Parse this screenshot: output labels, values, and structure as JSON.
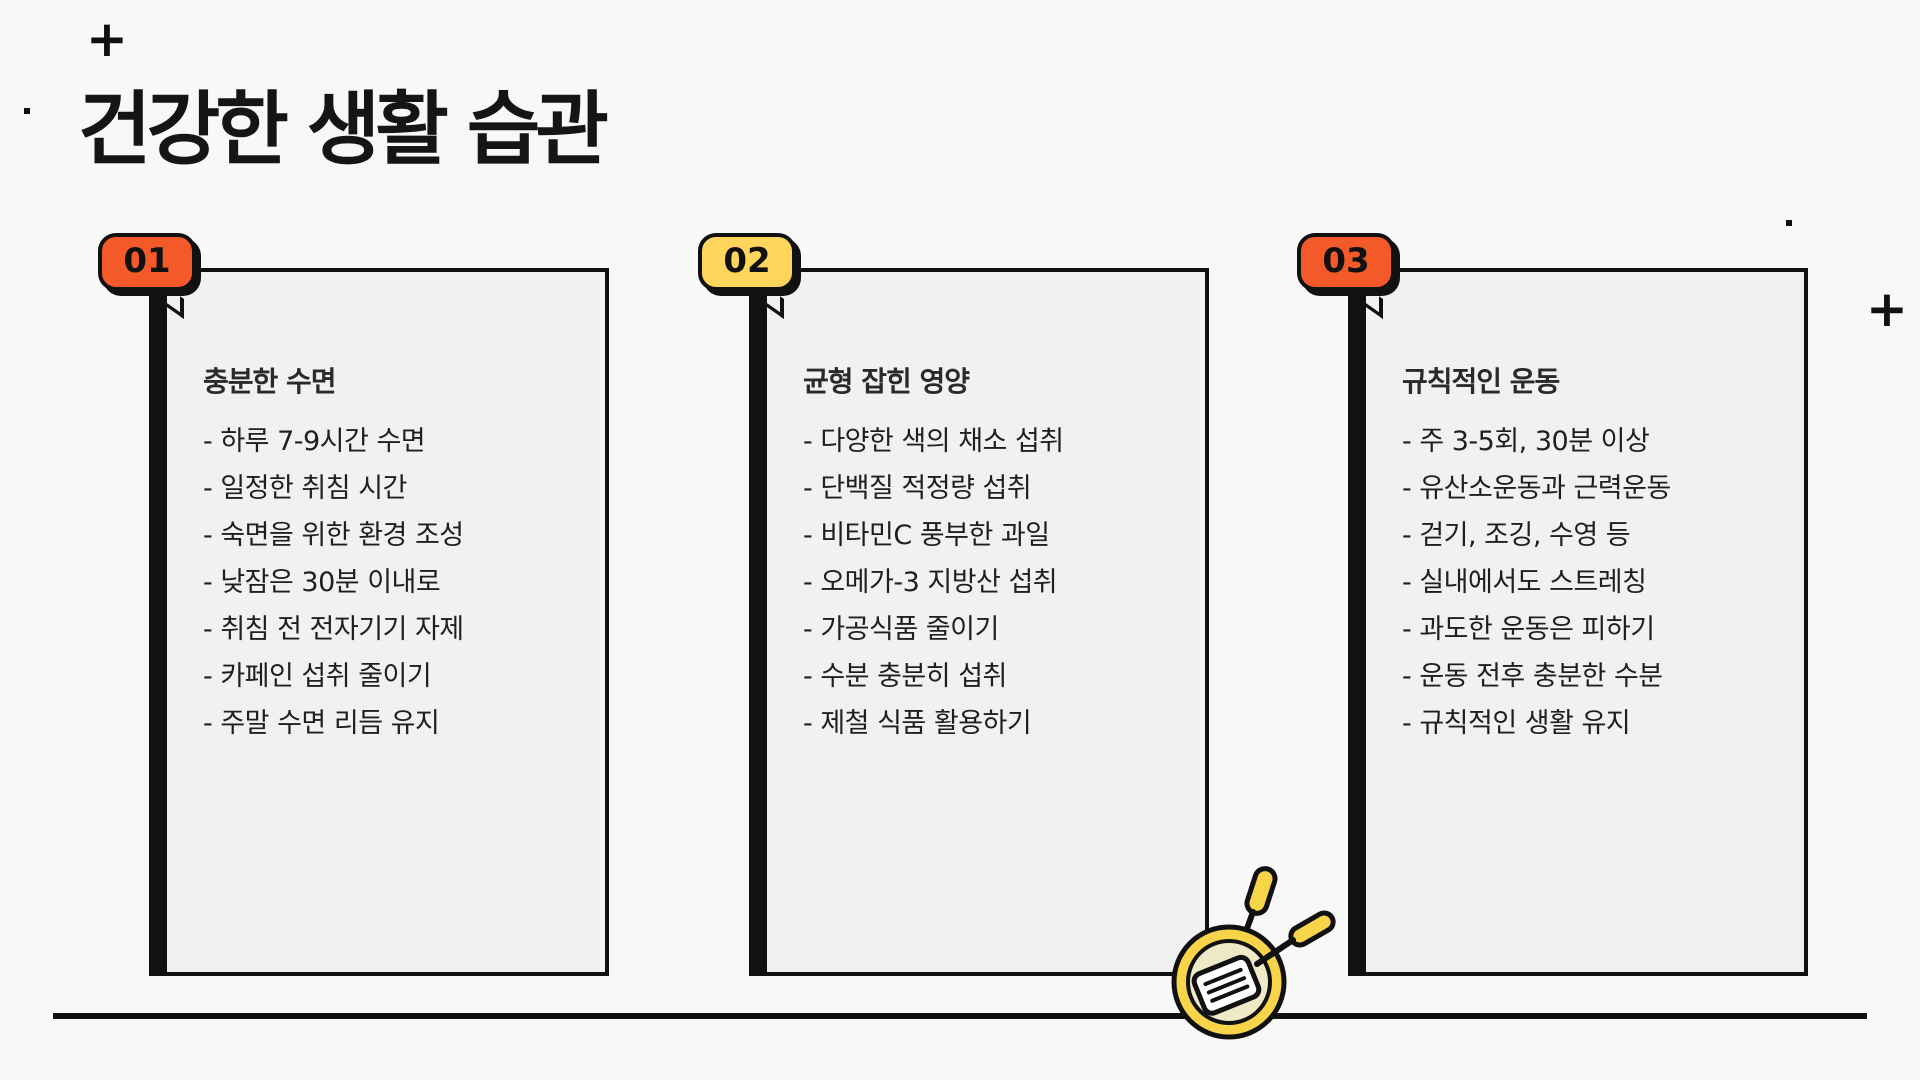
{
  "page": {
    "title": "건강한 생활 습관"
  },
  "colors": {
    "background": "#f8f8f8",
    "card": "#f1f1f1",
    "outline": "#111111",
    "badge_orange": "#f4592a",
    "badge_yellow": "#ffd55c",
    "pan_yellow": "#f7d44a"
  },
  "cards": [
    {
      "number": "01",
      "badge_color": "#f4592a",
      "title": "충분한 수면",
      "items": [
        "- 하루 7-9시간 수면",
        "- 일정한 취침 시간",
        "- 숙면을 위한 환경 조성",
        "- 낮잠은 30분 이내로",
        "- 취침 전 전자기기 자제",
        "- 카페인 섭취 줄이기",
        "- 주말 수면 리듬 유지"
      ]
    },
    {
      "number": "02",
      "badge_color": "#ffd55c",
      "title": "균형 잡힌 영양",
      "items": [
        "- 다양한 색의 채소 섭취",
        "- 단백질 적정량 섭취",
        "- 비타민C 풍부한 과일",
        "- 오메가-3 지방산 섭취",
        "- 가공식품 줄이기",
        "- 수분 충분히 섭취",
        "- 제철 식품 활용하기"
      ]
    },
    {
      "number": "03",
      "badge_color": "#f4592a",
      "title": "규칙적인 운동",
      "items": [
        "- 주 3-5회, 30분 이상",
        "- 유산소운동과 근력운동",
        "- 걷기, 조깅, 수영 등",
        "- 실내에서도 스트레칭",
        "- 과도한 운동은 피하기",
        "- 운동 전후 충분한 수분",
        "- 규칙적인 생활 유지"
      ]
    }
  ],
  "decorations": {
    "plus_glyph": "+",
    "illustration": "frying-pan-with-spatula-icon"
  }
}
